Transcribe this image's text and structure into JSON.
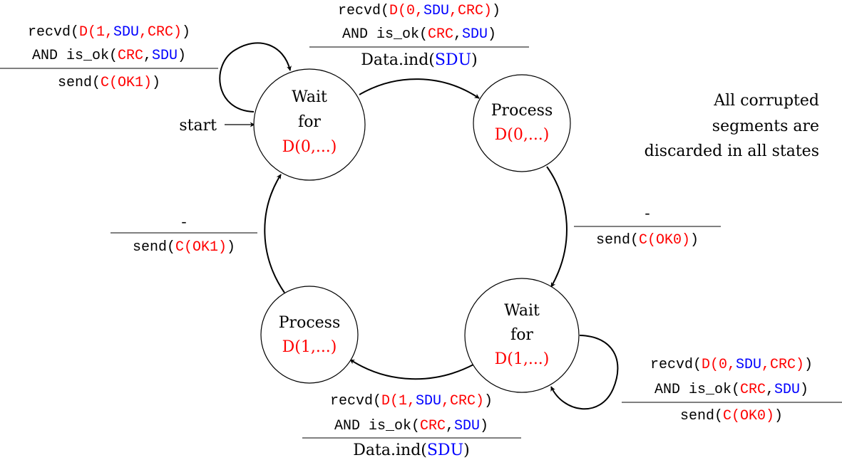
{
  "states": {
    "s0": {
      "line1": "Wait",
      "line2": "for",
      "line3": "D(0,...)"
    },
    "s1": {
      "line1": "Process",
      "line2": "D(0,...)"
    },
    "s2": {
      "line1": "Wait",
      "line2": "for",
      "line3": "D(1,...)"
    },
    "s3": {
      "line1": "Process",
      "line2": "D(1,...)"
    }
  },
  "start_label": "start",
  "note": {
    "line1": "All corrupted",
    "line2": "segments are",
    "line3": "discarded in all states"
  },
  "transitions": {
    "self0": {
      "cond1": {
        "a": "recvd(",
        "b": "D(1,",
        "c": "SDU",
        "d": ",",
        "e": "CRC)",
        "f": ")"
      },
      "cond2": {
        "a": "AND is_ok(",
        "b": "CRC",
        "c": ",",
        "d": "SDU",
        "e": ")"
      },
      "action": {
        "a": "send(",
        "b": "C(OK1)",
        "c": ")"
      }
    },
    "t01": {
      "cond1": {
        "a": "recvd(",
        "b": "D(0,",
        "c": "SDU",
        "d": ",",
        "e": "CRC)",
        "f": ")"
      },
      "cond2": {
        "a": "AND is_ok(",
        "b": "CRC",
        "c": ",",
        "d": "SDU",
        "e": ")"
      },
      "action": {
        "a": "Data.ind(",
        "b": "SDU",
        "c": ")"
      }
    },
    "t12": {
      "cond": "-",
      "action": {
        "a": "send(",
        "b": "C(OK0)",
        "c": ")"
      }
    },
    "self2": {
      "cond1": {
        "a": "recvd(",
        "b": "D(0,",
        "c": "SDU",
        "d": ",",
        "e": "CRC)",
        "f": ")"
      },
      "cond2": {
        "a": "AND is_ok(",
        "b": "CRC",
        "c": ",",
        "d": "SDU",
        "e": ")"
      },
      "action": {
        "a": "send(",
        "b": "C(OK0)",
        "c": ")"
      }
    },
    "t23": {
      "cond1": {
        "a": "recvd(",
        "b": "D(1,",
        "c": "SDU",
        "d": ",",
        "e": "CRC)",
        "f": ")"
      },
      "cond2": {
        "a": "AND is_ok(",
        "b": "CRC",
        "c": ",",
        "d": "SDU",
        "e": ")"
      },
      "action": {
        "a": "Data.ind(",
        "b": "SDU",
        "c": ")"
      }
    },
    "t30": {
      "cond": "-",
      "action": {
        "a": "send(",
        "b": "C(OK1)",
        "c": ")"
      }
    }
  }
}
